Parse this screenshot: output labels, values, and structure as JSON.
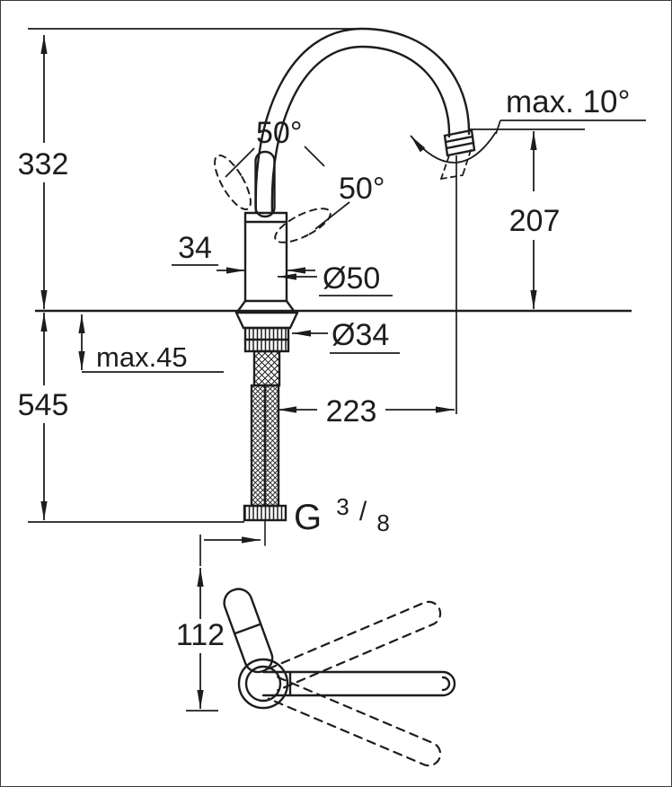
{
  "drawing": {
    "background": "#ffffff",
    "line_color": "#1d1d1b",
    "labels": {
      "total_height": "332",
      "below_deck_length": "545",
      "spout_height": "207",
      "projection": "223",
      "body_width": "34",
      "base_diameter": "Ø50",
      "hole_diameter": "Ø34",
      "max_deck_thickness": "max.45",
      "max_spout_tilt": "max. 10°",
      "lever_angle_front": "50°",
      "lever_angle_side": "50°",
      "handle_projection": "112",
      "thread": {
        "prefix": "G",
        "numerator": "3",
        "slash": "/",
        "denominator": "8"
      }
    }
  }
}
